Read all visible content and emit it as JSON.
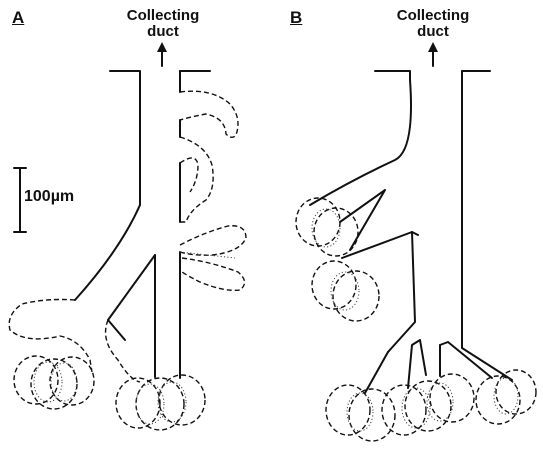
{
  "panels": [
    {
      "letter": "A",
      "heading_line1": "Collecting",
      "heading_line2": "duct"
    },
    {
      "letter": "B",
      "heading_line1": "Collecting",
      "heading_line2": "duct"
    }
  ],
  "scale_bar": {
    "label": "100µm"
  },
  "colors": {
    "stroke": "#111111",
    "background": "#ffffff"
  }
}
